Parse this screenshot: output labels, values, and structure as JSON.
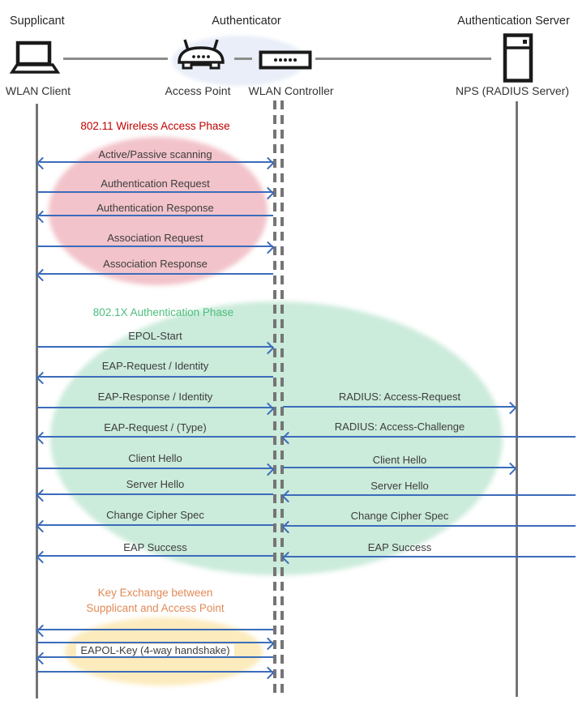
{
  "header": {
    "supplicant": "Supplicant",
    "authenticator": "Authenticator",
    "auth_server": "Authentication Server"
  },
  "nodes": {
    "wlan_client": "WLAN Client",
    "access_point": "Access Point",
    "wlan_controller": "WLAN Controller",
    "nps": "NPS (RADIUS Server)"
  },
  "phases": {
    "p80211": {
      "title": "802.11 Wireless Access Phase",
      "color": "#C00000",
      "fill": "#F2C3CA"
    },
    "p8021x": {
      "title": "802.1X Authentication Phase",
      "color": "#4CBE7C",
      "fill": "#CBEBDB"
    },
    "key_exchange": {
      "title_line1": "Key Exchange between",
      "title_line2": "Supplicant and Access Point",
      "color": "#E08A57",
      "fill": "#FCEBBD"
    }
  },
  "messages_client_controller": [
    {
      "label": "Active/Passive scanning",
      "direction": "both"
    },
    {
      "label": "Authentication Request",
      "direction": "right"
    },
    {
      "label": "Authentication Response",
      "direction": "left"
    },
    {
      "label": "Association Request",
      "direction": "right"
    },
    {
      "label": "Association Response",
      "direction": "left"
    },
    {
      "label": "EPOL-Start",
      "direction": "right"
    },
    {
      "label": "EAP-Request / Identity",
      "direction": "left"
    },
    {
      "label": "EAP-Response / Identity",
      "direction": "right"
    },
    {
      "label": "EAP-Request / (Type)",
      "direction": "left"
    },
    {
      "label": "Client Hello",
      "direction": "right"
    },
    {
      "label": "Server Hello",
      "direction": "left"
    },
    {
      "label": "Change Cipher Spec",
      "direction": "left"
    },
    {
      "label": "EAP Success",
      "direction": "left"
    },
    {
      "label": "",
      "direction": "left"
    },
    {
      "label": "",
      "direction": "right"
    },
    {
      "label": "EAPOL-Key (4-way handshake)",
      "direction": "left"
    },
    {
      "label": "",
      "direction": "right"
    }
  ],
  "messages_controller_server": [
    {
      "label": "RADIUS: Access-Request",
      "direction": "right"
    },
    {
      "label": "RADIUS: Access-Challenge",
      "direction": "left"
    },
    {
      "label": "Client Hello",
      "direction": "right"
    },
    {
      "label": "Server Hello",
      "direction": "left"
    },
    {
      "label": "Change Cipher Spec",
      "direction": "left"
    },
    {
      "label": "EAP Success",
      "direction": "left"
    }
  ],
  "colors": {
    "arrow": "#3B6CBB",
    "lifeline": "#757575",
    "authenticator_fill": "#E9EEF8"
  }
}
